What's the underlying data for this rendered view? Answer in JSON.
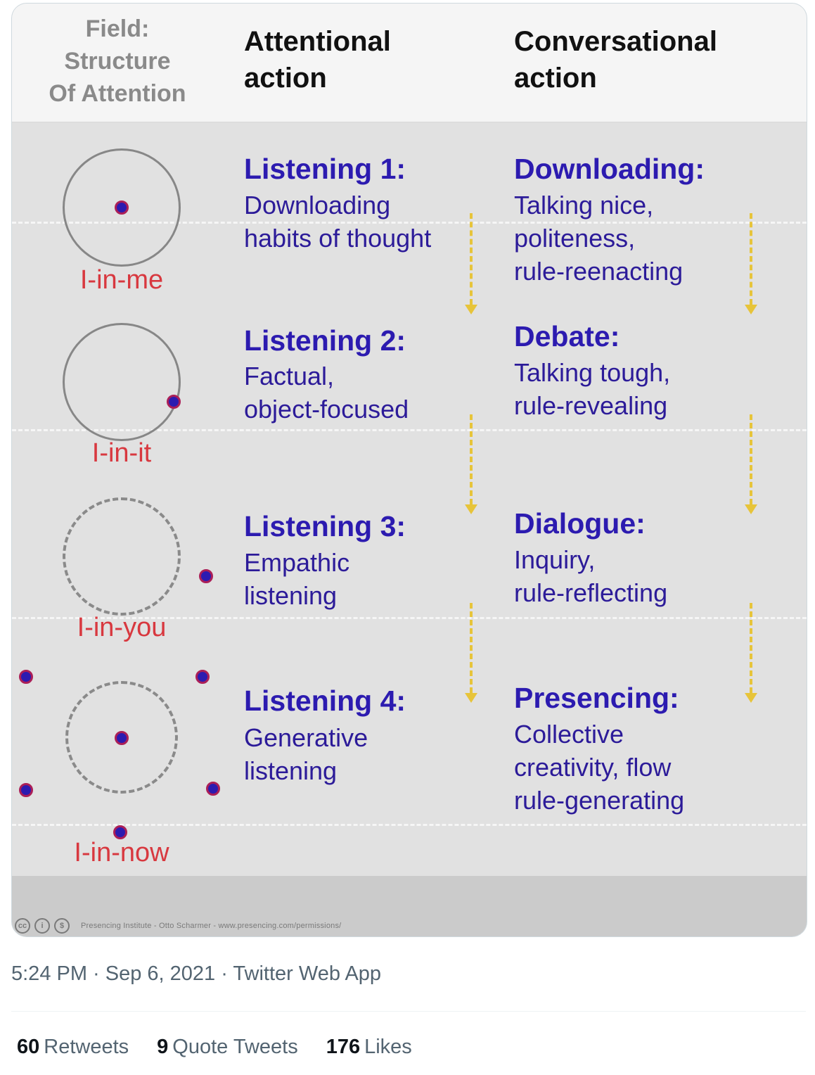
{
  "image": {
    "header": {
      "field_lines": [
        "Field:",
        "Structure",
        "Of Attention"
      ],
      "attentional_lines": [
        "Attentional",
        "action"
      ],
      "conversational_lines": [
        "Conversational",
        "action"
      ]
    },
    "levels": [
      {
        "label": "I-in-me",
        "listening_title": "Listening 1:",
        "listening_desc": [
          "Downloading",
          "habits of thought"
        ],
        "conversation_title": "Downloading:",
        "conversation_desc": [
          "Talking nice,",
          "politeness,",
          "rule-reenacting"
        ]
      },
      {
        "label": "I-in-it",
        "listening_title": "Listening 2:",
        "listening_desc": [
          "Factual,",
          "object-focused"
        ],
        "conversation_title": "Debate:",
        "conversation_desc": [
          "Talking tough,",
          "rule-revealing"
        ]
      },
      {
        "label": "I-in-you",
        "listening_title": "Listening 3:",
        "listening_desc": [
          "Empathic",
          "listening"
        ],
        "conversation_title": "Dialogue:",
        "conversation_desc": [
          "Inquiry,",
          "rule-reflecting"
        ]
      },
      {
        "label": "I-in-now",
        "listening_title": "Listening 4:",
        "listening_desc": [
          "Generative",
          "listening"
        ],
        "conversation_title": "Presencing:",
        "conversation_desc": [
          "Collective",
          "creativity, flow",
          "rule-generating"
        ]
      }
    ],
    "credit": "Presencing Institute - Otto Scharmer - www.presencing.com/permissions/",
    "credit_icons": [
      "cc-icon",
      "by-icon",
      "nc-icon"
    ]
  },
  "tweet": {
    "timestamp": "5:24 PM · Sep 6, 2021 · Twitter Web App",
    "stats": [
      {
        "count": "60",
        "label": "Retweets"
      },
      {
        "count": "9",
        "label": "Quote Tweets"
      },
      {
        "count": "176",
        "label": "Likes"
      }
    ]
  },
  "colors": {
    "title_blue": "#2c1bb0",
    "label_red": "#d8383f",
    "arrow_yellow": "#e7c43a",
    "dot_fill": "#2c1bb0",
    "dot_ring": "#ab1f57"
  }
}
